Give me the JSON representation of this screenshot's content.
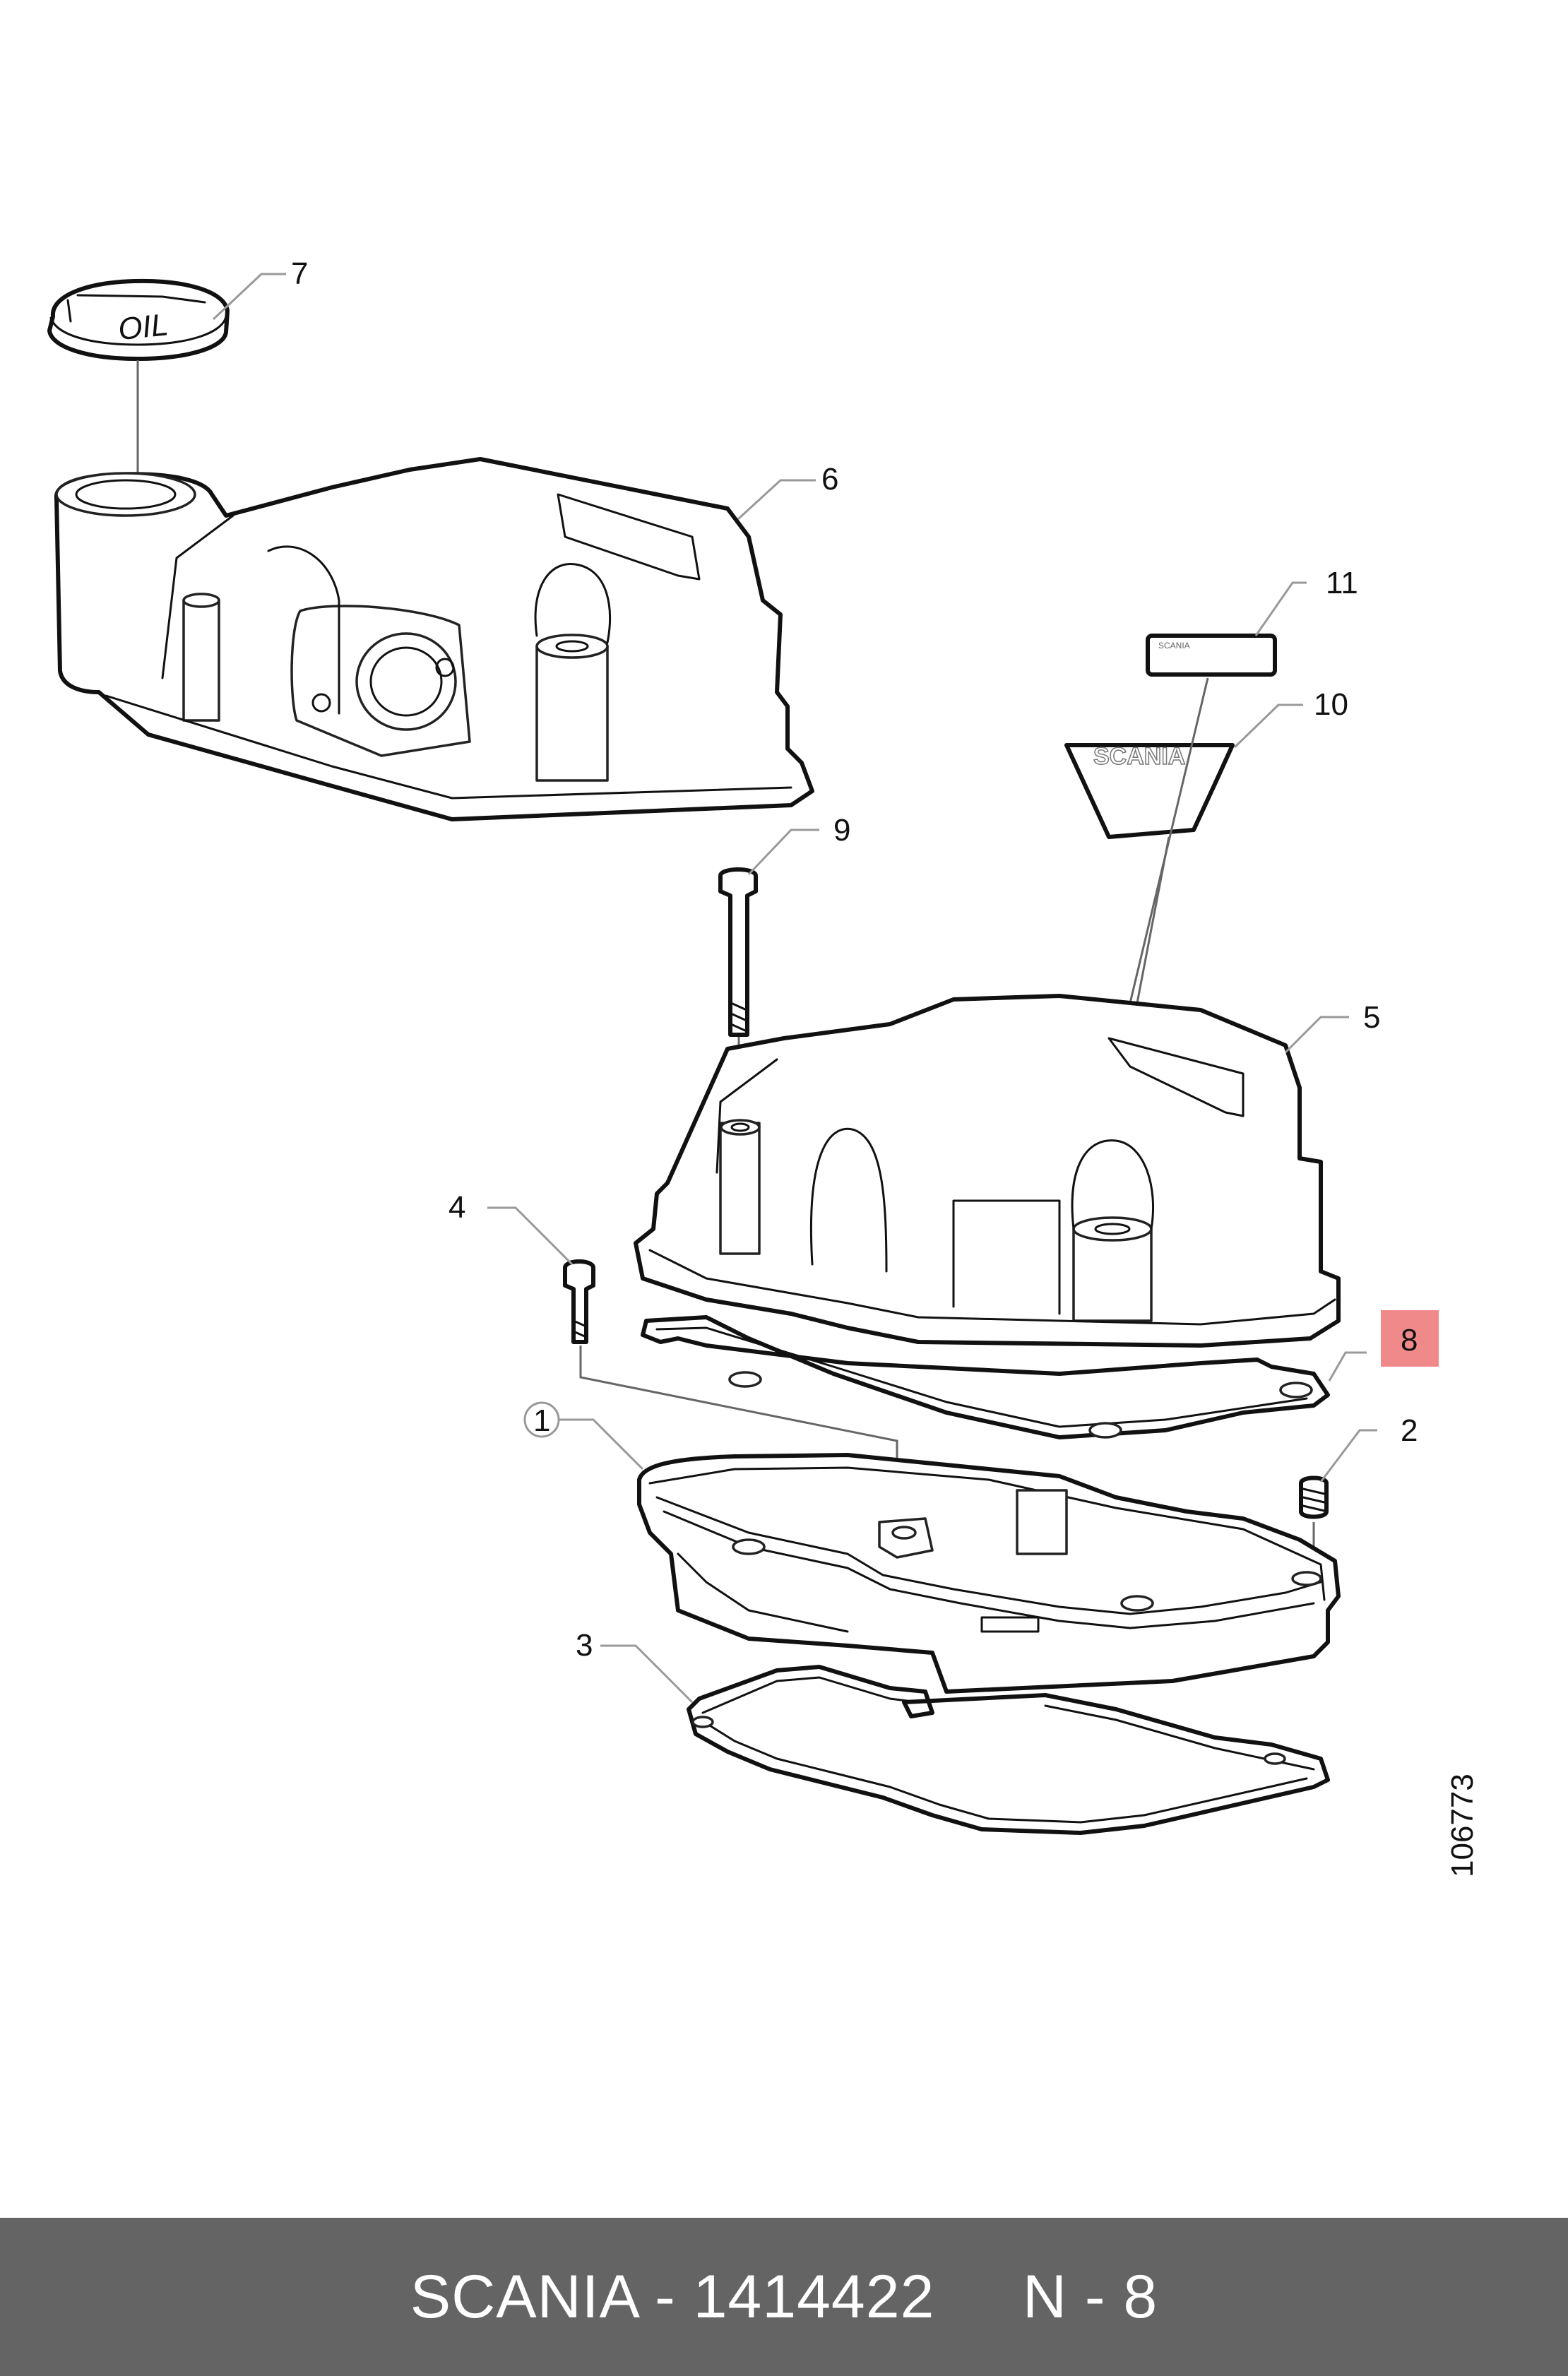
{
  "diagram": {
    "brand": "SCANIA",
    "part_number": "1414422",
    "item": "N - 8",
    "drawing_id": "106773",
    "highlighted_callout": "8",
    "highlight_color": "#f08a8a",
    "footer_background": "#646464",
    "cap_text": "OIL",
    "badge_text": "SCANIA",
    "callouts": [
      "1",
      "2",
      "3",
      "4",
      "5",
      "6",
      "7",
      "8",
      "9",
      "10",
      "11"
    ]
  },
  "footer": {
    "text": "SCANIA - 1414422     N - 8"
  }
}
